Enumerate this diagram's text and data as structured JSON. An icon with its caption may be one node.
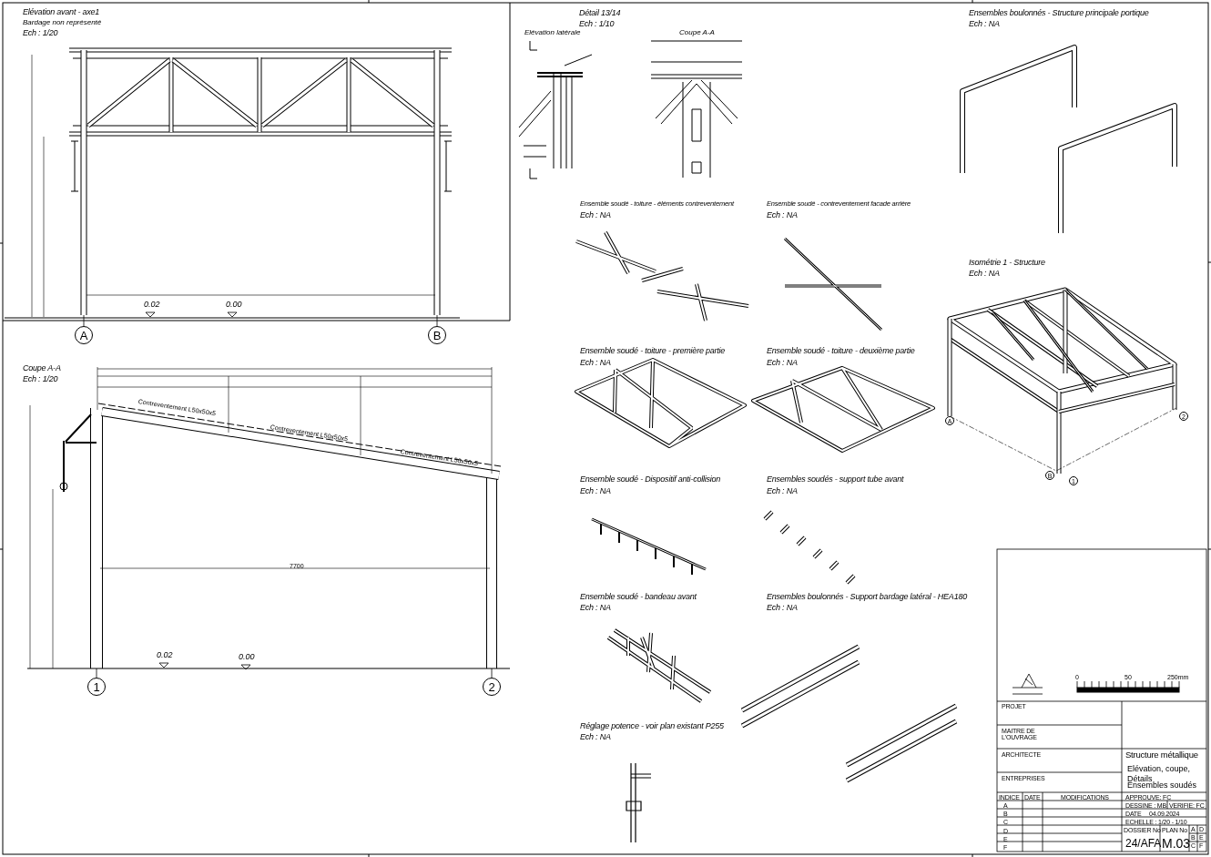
{
  "diagram": {
    "nodes": [
      {
        "text": [
          "A"
        ]
      },
      {
        "text": [
          "B"
        ]
      },
      {
        "text": [
          "1"
        ]
      },
      {
        "text": [
          "2"
        ]
      },
      {
        "text": [
          "A"
        ]
      },
      {
        "text": [
          "2"
        ]
      },
      {
        "text": [
          "B"
        ]
      },
      {
        "text": [
          "1"
        ]
      }
    ],
    "labels": [
      "Elévation avant - axe1",
      "Bardage non représenté",
      "Ech : 1/20",
      "0.02",
      "0.00",
      "Coupe A-A",
      "Ech : 1/20",
      "Contreventement L50x50x5",
      "Contreventement L50x50x5",
      "Contreventement L50x50x5",
      "7700",
      "0.02",
      "0.00",
      "Détail 13/14",
      "Ech : 1/10",
      "Elévation latérale",
      "Coupe A-A",
      "Ensemble soudé - toiture - éléments contreventement",
      "Ech : NA",
      "Ensemble soudé - contreventement facade arrière",
      "Ech : NA",
      "Ensemble soudé - toiture - première partie",
      "Ech : NA",
      "Ensemble soudé - toiture - deuxième partie",
      "Ech : NA",
      "Ensemble soudé - Dispositif anti-collision",
      "Ech : NA",
      "Ensembles soudés - support tube avant",
      "Ech : NA",
      "Ensemble soudé - bandeau avant",
      "Ech : NA",
      "Ensembles boulonnés - Support bardage latéral - HEA180",
      "Ech : NA",
      "Réglage potence - voir plan existant P255",
      "Ech : NA",
      "Ensembles boulonnés - Structure principale portique",
      "Ech : NA",
      "Isométrie 1 - Structure",
      "Ech : NA",
      "0",
      "50",
      "250mm",
      "PROJET",
      "MAITRE DE L'OUVRAGE",
      "ARCHITECTE",
      "ENTREPRISES",
      "INDICE",
      "DATE",
      "MODIFICATIONS",
      "A",
      "B",
      "C",
      "D",
      "E",
      "F",
      "Structure métallique",
      "Elévation, coupe, Détails",
      "Ensembles soudés",
      "APPROUVE: FC",
      "DESSINE : MB",
      "VERIFIE: FC",
      "DATE",
      "04.09.2024",
      "ECHELLE : 1/20 - 1/10",
      "DOSSIER No",
      "24/AFA",
      "PLAN No",
      "M.03",
      "A",
      "D",
      "B",
      "E",
      "C",
      "F"
    ]
  }
}
